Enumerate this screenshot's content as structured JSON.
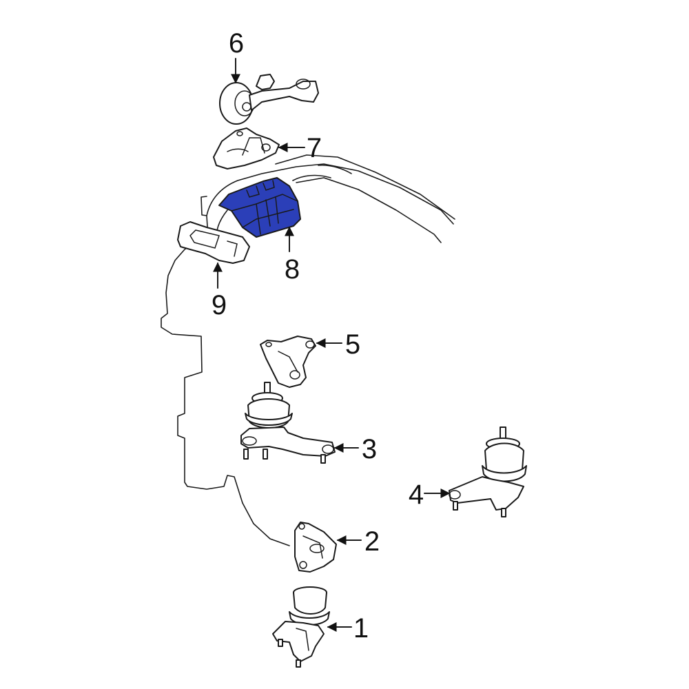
{
  "colors": {
    "highlight": "#2233aa",
    "highlight_fill": "#2b3fb8",
    "line": "#1a1a1a",
    "background": "#ffffff"
  },
  "callouts": [
    {
      "number": "1",
      "part": "mount"
    },
    {
      "number": "2",
      "part": "bracket"
    },
    {
      "number": "3",
      "part": "mount"
    },
    {
      "number": "4",
      "part": "mount"
    },
    {
      "number": "5",
      "part": "bracket"
    },
    {
      "number": "6",
      "part": "torque-rod"
    },
    {
      "number": "7",
      "part": "bracket"
    },
    {
      "number": "8",
      "part": "mount",
      "highlighted": true
    },
    {
      "number": "9",
      "part": "bracket"
    }
  ]
}
